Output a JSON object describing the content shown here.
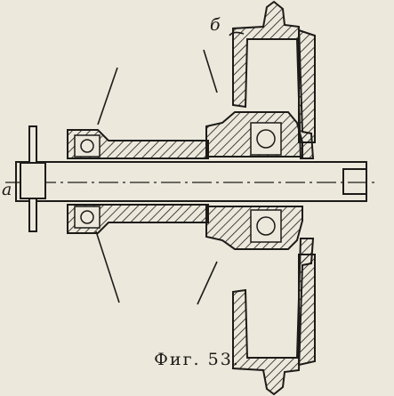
{
  "figure": {
    "caption": "Фиг. 53.",
    "labels": {
      "shaft_axis": "а",
      "housing": "б"
    }
  }
}
